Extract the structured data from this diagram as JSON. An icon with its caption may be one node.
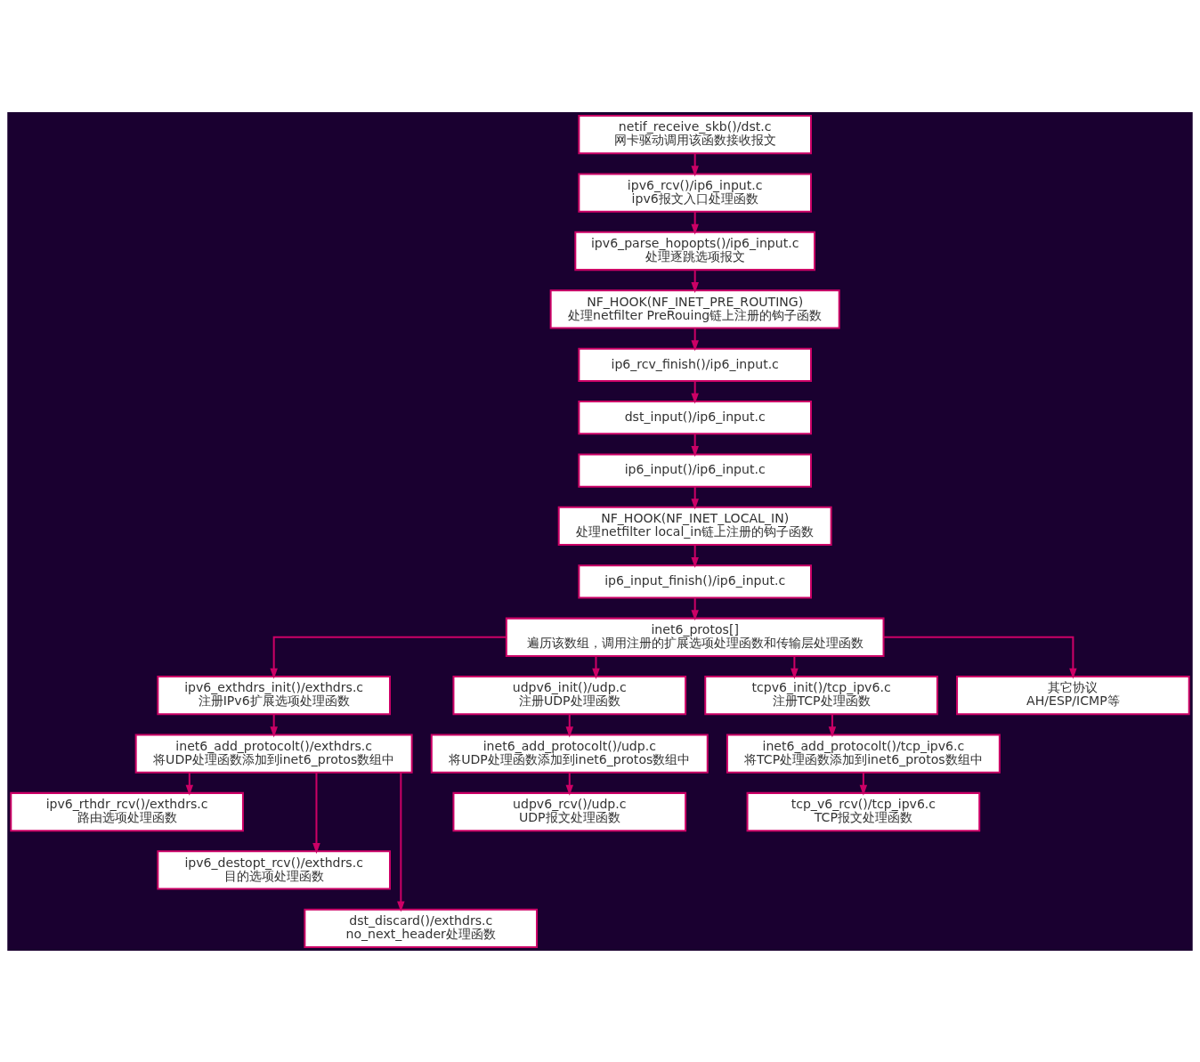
{
  "diagram": {
    "nodes": [
      {
        "text": [
          "netif_receive_skb()/dst.c",
          "网卡驱动调用该函数接收报文"
        ]
      },
      {
        "text": [
          "ipv6_rcv()/ip6_input.c",
          "ipv6报文入口处理函数"
        ]
      },
      {
        "text": [
          "ipv6_parse_hopopts()/ip6_input.c",
          "处理逐跳选项报文"
        ]
      },
      {
        "text": [
          "NF_HOOK(NF_INET_PRE_ROUTING)",
          "处理netfilter PreRouing链上注册的钩子函数"
        ]
      },
      {
        "text": [
          "ip6_rcv_finish()/ip6_input.c"
        ]
      },
      {
        "text": [
          "dst_input()/ip6_input.c"
        ]
      },
      {
        "text": [
          "ip6_input()/ip6_input.c"
        ]
      },
      {
        "text": [
          "NF_HOOK(NF_INET_LOCAL_IN)",
          "处理netfilter local_in链上注册的钩子函数"
        ]
      },
      {
        "text": [
          "ip6_input_finish()/ip6_input.c"
        ]
      },
      {
        "text": [
          "inet6_protos[]",
          "遍历该数组，调用注册的扩展选项处理函数和传输层处理函数"
        ]
      },
      {
        "text": [
          "ipv6_exthdrs_init()/exthdrs.c",
          "注册IPv6扩展选项处理函数"
        ]
      },
      {
        "text": [
          "udpv6_init()/udp.c",
          "注册UDP处理函数"
        ]
      },
      {
        "text": [
          "tcpv6_init()/tcp_ipv6.c",
          "注册TCP处理函数"
        ]
      },
      {
        "text": [
          "其它协议",
          "AH/ESP/ICMP等"
        ]
      },
      {
        "text": [
          "inet6_add_protocolt()/exthdrs.c",
          "将UDP处理函数添加到inet6_protos数组中"
        ]
      },
      {
        "text": [
          "inet6_add_protocolt()/udp.c",
          "将UDP处理函数添加到inet6_protos数组中"
        ]
      },
      {
        "text": [
          "inet6_add_protocolt()/tcp_ipv6.c",
          "将TCP处理函数添加到inet6_protos数组中"
        ]
      },
      {
        "text": [
          "ipv6_rthdr_rcv()/exthdrs.c",
          "路由选项处理函数"
        ]
      },
      {
        "text": [
          "udpv6_rcv()/udp.c",
          "UDP报文处理函数"
        ]
      },
      {
        "text": [
          "tcp_v6_rcv()/tcp_ipv6.c",
          "TCP报文处理函数"
        ]
      },
      {
        "text": [
          "ipv6_destopt_rcv()/exthdrs.c",
          "目的选项处理函数"
        ]
      },
      {
        "text": [
          "dst_discard()/exthdrs.c",
          "no_next_header处理函数"
        ]
      }
    ],
    "edges": [
      {
        "from": 0,
        "to": 1,
        "arrow": "to"
      },
      {
        "from": 1,
        "to": 2,
        "arrow": "to"
      },
      {
        "from": 2,
        "to": 3,
        "arrow": "to"
      },
      {
        "from": 3,
        "to": 4,
        "arrow": "to"
      },
      {
        "from": 4,
        "to": 5,
        "arrow": "to"
      },
      {
        "from": 5,
        "to": 6,
        "arrow": "to"
      },
      {
        "from": 6,
        "to": 7,
        "arrow": "to"
      },
      {
        "from": 7,
        "to": 8,
        "arrow": "to"
      },
      {
        "from": 8,
        "to": 9,
        "arrow": "to"
      },
      {
        "from": 9,
        "to": 10,
        "arrow": "to"
      },
      {
        "from": 9,
        "to": 11,
        "arrow": "to"
      },
      {
        "from": 9,
        "to": 12,
        "arrow": "to"
      },
      {
        "from": 9,
        "to": 13,
        "arrow": "to"
      },
      {
        "from": 10,
        "to": 14,
        "arrow": "to"
      },
      {
        "from": 14,
        "to": 17,
        "arrow": "to"
      },
      {
        "from": 14,
        "to": 20,
        "arrow": "to"
      },
      {
        "from": 14,
        "to": 21,
        "arrow": "to"
      },
      {
        "from": 11,
        "to": 15,
        "arrow": "to"
      },
      {
        "from": 15,
        "to": 18,
        "arrow": "to"
      },
      {
        "from": 12,
        "to": 16,
        "arrow": "to"
      },
      {
        "from": 16,
        "to": 19,
        "arrow": "to"
      }
    ]
  }
}
